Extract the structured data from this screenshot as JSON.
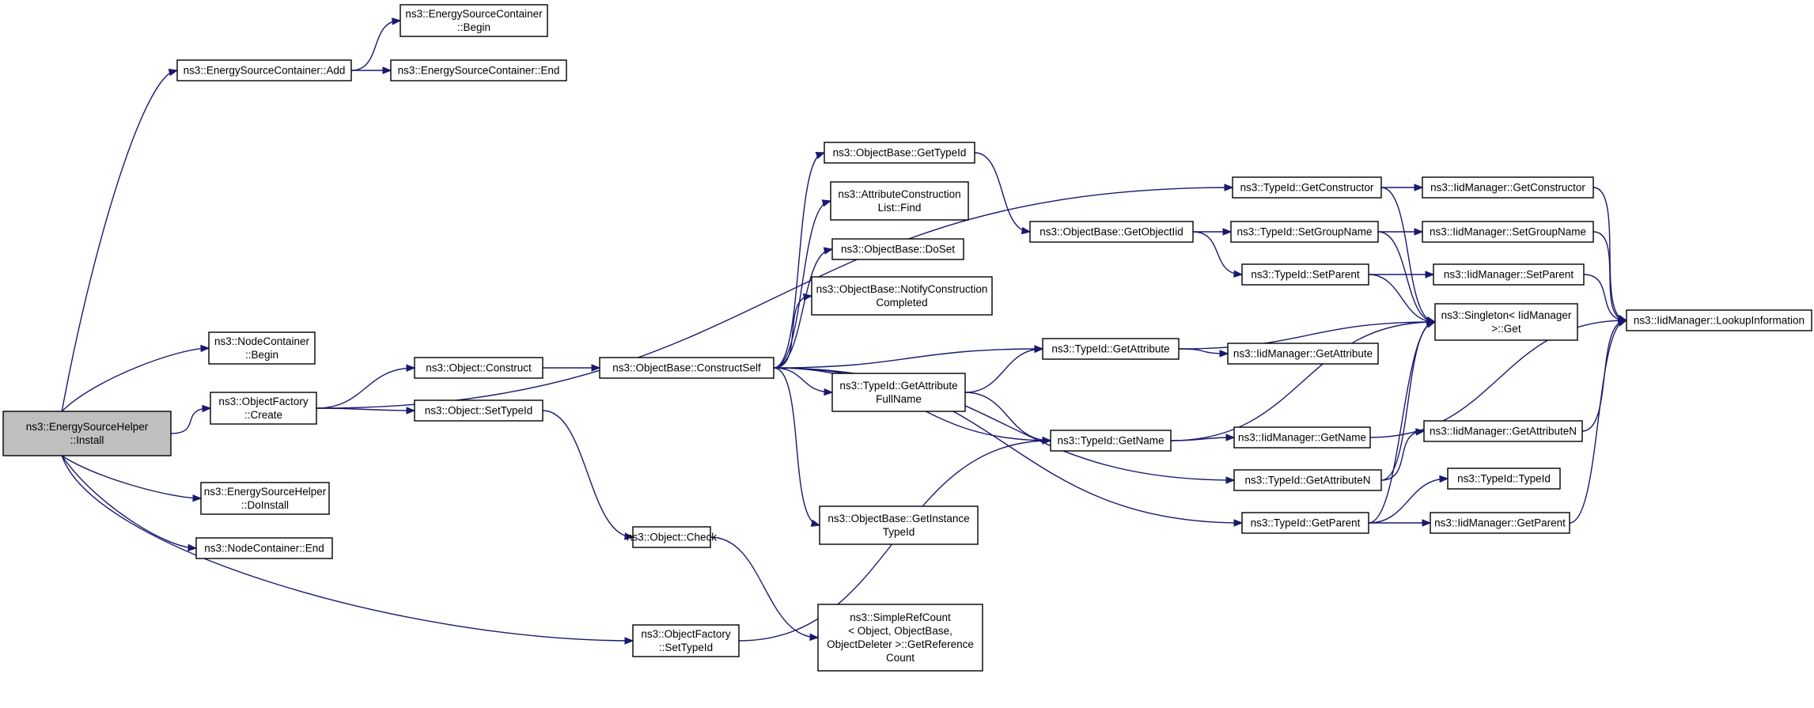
{
  "diagram": {
    "title": "",
    "nodes": [
      {
        "id": "install",
        "lines": [
          "ns3::EnergySourceHelper",
          "::Install"
        ],
        "root": true
      },
      {
        "id": "esc_add",
        "lines": [
          "ns3::EnergySourceContainer::Add"
        ]
      },
      {
        "id": "esc_begin",
        "lines": [
          "ns3::EnergySourceContainer",
          "::Begin"
        ]
      },
      {
        "id": "esc_end",
        "lines": [
          "ns3::EnergySourceContainer::End"
        ]
      },
      {
        "id": "nc_begin",
        "lines": [
          "ns3::NodeContainer",
          "::Begin"
        ]
      },
      {
        "id": "of_create",
        "lines": [
          "ns3::ObjectFactory",
          "::Create"
        ]
      },
      {
        "id": "esh_doinstall",
        "lines": [
          "ns3::EnergySourceHelper",
          "::DoInstall"
        ]
      },
      {
        "id": "nc_end",
        "lines": [
          "ns3::NodeContainer::End"
        ]
      },
      {
        "id": "obj_construct",
        "lines": [
          "ns3::Object::Construct"
        ]
      },
      {
        "id": "obj_settypeid",
        "lines": [
          "ns3::Object::SetTypeId"
        ]
      },
      {
        "id": "obj_check",
        "lines": [
          "ns3::Object::Check"
        ]
      },
      {
        "id": "of_settypeid",
        "lines": [
          "ns3::ObjectFactory",
          "::SetTypeId"
        ]
      },
      {
        "id": "ob_constructself",
        "lines": [
          "ns3::ObjectBase::ConstructSelf"
        ]
      },
      {
        "id": "ob_gettypeid",
        "lines": [
          "ns3::ObjectBase::GetTypeId"
        ]
      },
      {
        "id": "acl_find",
        "lines": [
          "ns3::AttributeConstruction",
          "List::Find"
        ]
      },
      {
        "id": "ob_doset",
        "lines": [
          "ns3::ObjectBase::DoSet"
        ]
      },
      {
        "id": "ob_notify",
        "lines": [
          "ns3::ObjectBase::NotifyConstruction",
          "Completed"
        ]
      },
      {
        "id": "ob_getinstance",
        "lines": [
          "ns3::ObjectBase::GetInstance",
          "TypeId"
        ]
      },
      {
        "id": "src_getref",
        "lines": [
          "ns3::SimpleRefCount",
          "< Object, ObjectBase,",
          "ObjectDeleter >::GetReference",
          "Count"
        ]
      },
      {
        "id": "tid_getattrfull",
        "lines": [
          "ns3::TypeId::GetAttribute",
          "FullName"
        ]
      },
      {
        "id": "ob_getobjectiid",
        "lines": [
          "ns3::ObjectBase::GetObjectIid"
        ]
      },
      {
        "id": "tid_getattribute",
        "lines": [
          "ns3::TypeId::GetAttribute"
        ]
      },
      {
        "id": "tid_getname",
        "lines": [
          "ns3::TypeId::GetName"
        ]
      },
      {
        "id": "tid_getconstructor",
        "lines": [
          "ns3::TypeId::GetConstructor"
        ]
      },
      {
        "id": "tid_setgroupname",
        "lines": [
          "ns3::TypeId::SetGroupName"
        ]
      },
      {
        "id": "tid_setparent",
        "lines": [
          "ns3::TypeId::SetParent"
        ]
      },
      {
        "id": "tid_getattributen",
        "lines": [
          "ns3::TypeId::GetAttributeN"
        ]
      },
      {
        "id": "tid_getparent",
        "lines": [
          "ns3::TypeId::GetParent"
        ]
      },
      {
        "id": "iid_getconstructor",
        "lines": [
          "ns3::IidManager::GetConstructor"
        ]
      },
      {
        "id": "iid_setgroupname",
        "lines": [
          "ns3::IidManager::SetGroupName"
        ]
      },
      {
        "id": "iid_setparent",
        "lines": [
          "ns3::IidManager::SetParent"
        ]
      },
      {
        "id": "singleton_get",
        "lines": [
          "ns3::Singleton< IidManager",
          ">::Get"
        ]
      },
      {
        "id": "iid_getattribute",
        "lines": [
          "ns3::IidManager::GetAttribute"
        ]
      },
      {
        "id": "iid_getname",
        "lines": [
          "ns3::IidManager::GetName"
        ]
      },
      {
        "id": "iid_getattributen",
        "lines": [
          "ns3::IidManager::GetAttributeN"
        ]
      },
      {
        "id": "tid_typeid",
        "lines": [
          "ns3::TypeId::TypeId"
        ]
      },
      {
        "id": "iid_getparent",
        "lines": [
          "ns3::IidManager::GetParent"
        ]
      },
      {
        "id": "iid_lookup",
        "lines": [
          "ns3::IidManager::LookupInformation"
        ]
      }
    ],
    "edges": [
      [
        "install",
        "esc_add"
      ],
      [
        "install",
        "nc_begin"
      ],
      [
        "install",
        "of_create"
      ],
      [
        "install",
        "esh_doinstall"
      ],
      [
        "install",
        "nc_end"
      ],
      [
        "install",
        "of_settypeid"
      ],
      [
        "esc_add",
        "esc_begin"
      ],
      [
        "esc_add",
        "esc_end"
      ],
      [
        "of_create",
        "tid_getconstructor"
      ],
      [
        "of_create",
        "obj_construct"
      ],
      [
        "of_create",
        "obj_settypeid"
      ],
      [
        "obj_construct",
        "ob_constructself"
      ],
      [
        "obj_settypeid",
        "obj_check"
      ],
      [
        "obj_check",
        "src_getref"
      ],
      [
        "of_settypeid",
        "tid_getname"
      ],
      [
        "ob_constructself",
        "ob_gettypeid"
      ],
      [
        "ob_constructself",
        "acl_find"
      ],
      [
        "ob_constructself",
        "ob_doset"
      ],
      [
        "ob_constructself",
        "ob_notify"
      ],
      [
        "ob_constructself",
        "tid_getattribute"
      ],
      [
        "ob_constructself",
        "tid_getattrfull"
      ],
      [
        "ob_constructself",
        "tid_getname"
      ],
      [
        "ob_constructself",
        "tid_getattributen"
      ],
      [
        "ob_constructself",
        "ob_getinstance"
      ],
      [
        "ob_constructself",
        "tid_getparent"
      ],
      [
        "ob_gettypeid",
        "ob_getobjectiid"
      ],
      [
        "ob_getobjectiid",
        "tid_setgroupname"
      ],
      [
        "ob_getobjectiid",
        "tid_setparent"
      ],
      [
        "tid_getattrfull",
        "tid_getattribute"
      ],
      [
        "tid_getattrfull",
        "tid_getname"
      ],
      [
        "tid_getattribute",
        "singleton_get"
      ],
      [
        "tid_getattribute",
        "iid_getattribute"
      ],
      [
        "tid_getname",
        "singleton_get"
      ],
      [
        "tid_getname",
        "iid_getname"
      ],
      [
        "tid_getconstructor",
        "iid_getconstructor"
      ],
      [
        "tid_getconstructor",
        "singleton_get"
      ],
      [
        "tid_setgroupname",
        "iid_setgroupname"
      ],
      [
        "tid_setgroupname",
        "singleton_get"
      ],
      [
        "tid_setparent",
        "iid_setparent"
      ],
      [
        "tid_setparent",
        "singleton_get"
      ],
      [
        "tid_getattributen",
        "singleton_get"
      ],
      [
        "tid_getattributen",
        "iid_getattributen"
      ],
      [
        "tid_getparent",
        "singleton_get"
      ],
      [
        "tid_getparent",
        "tid_typeid"
      ],
      [
        "tid_getparent",
        "iid_getparent"
      ],
      [
        "iid_getconstructor",
        "iid_lookup"
      ],
      [
        "iid_setgroupname",
        "iid_lookup"
      ],
      [
        "iid_setparent",
        "iid_lookup"
      ],
      [
        "iid_getname",
        "iid_lookup"
      ],
      [
        "iid_getattributen",
        "iid_lookup"
      ],
      [
        "iid_getparent",
        "iid_lookup"
      ]
    ]
  }
}
